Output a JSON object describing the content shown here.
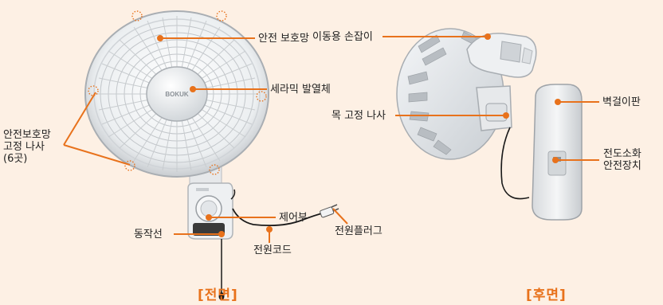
{
  "front": {
    "caption": "[전면]",
    "labels": {
      "safety_guard": "안전 보호망",
      "ceramic_heater": "세라믹 발열체",
      "guard_screw_line1": "안전보호망",
      "guard_screw_line2": "고정 나사",
      "guard_screw_line3": "(6곳)",
      "control_panel": "제어부",
      "pull_cord": "동작선",
      "power_cord": "전원코드",
      "power_plug": "전원플러그"
    },
    "brand": "BOKUK"
  },
  "back": {
    "caption": "[후면]",
    "labels": {
      "handle": "이동용 손잡이",
      "wall_bracket": "벽걸이판",
      "neck_screw": "목 고정 나사",
      "tip_over_line1": "전도소화",
      "tip_over_line2": "안전장치"
    }
  },
  "colors": {
    "accent": "#e8721c",
    "background": "#fdf0e4"
  }
}
